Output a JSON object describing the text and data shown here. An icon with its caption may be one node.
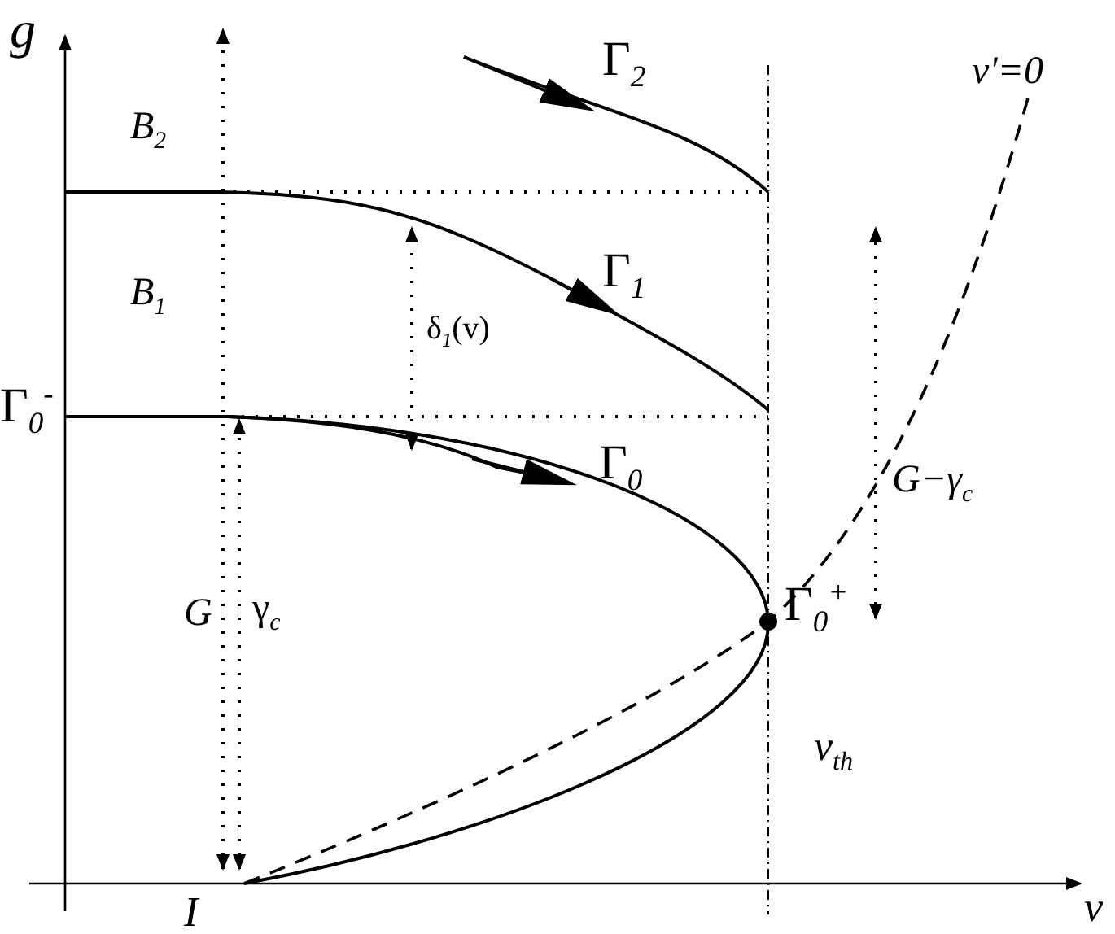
{
  "diagram": {
    "labels": [
      "g",
      "Γ$_{2}$",
      "v'=0",
      "B$_{2}$",
      "B$_{1}$",
      "Γ$_{1}$",
      "δ$_{1}$(v)",
      "Γ$_{0}$$^{-}$",
      "Γ$_{0}$",
      "G−γ$_{c}$",
      "G",
      "γ$_{c}$",
      "Γ$_{0}$$^{+}$",
      "v$_{th}$",
      "I",
      "v"
    ]
  }
}
